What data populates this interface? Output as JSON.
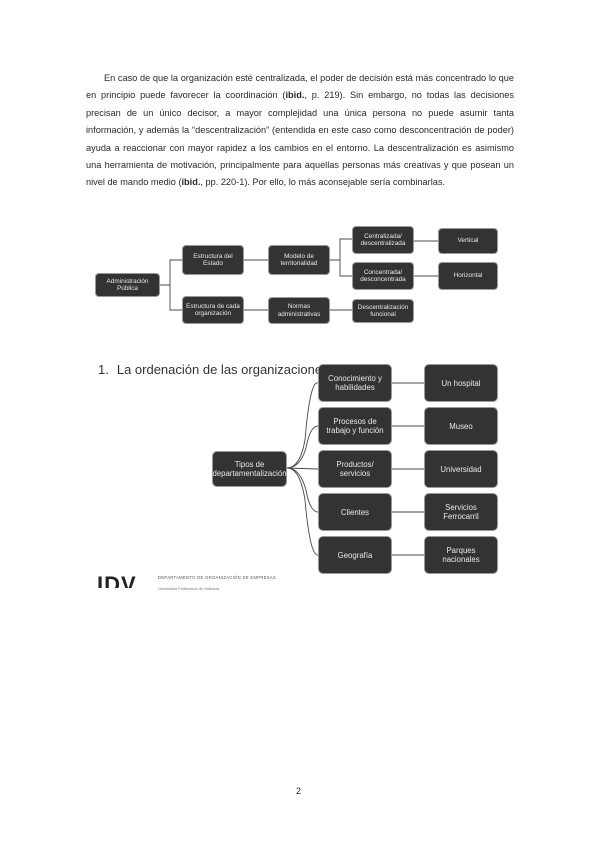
{
  "paragraph": {
    "p1": "En caso de que la organización esté centralizada, el poder de decisión está más concentrado lo que en principio puede favorecer la coordinación (",
    "ibid1": "ibid.",
    "p2": ", p. 219). Sin embargo, no todas las decisiones precisan de un único decisor, a mayor complejidad una única persona no puede asumir tanta información, y además la “descentralización” (entendida en este caso como desconcentración de poder) ayuda a reaccionar con mayor rapidez a los cambios en el entorno. La descentralización es asimismo una herramienta de motivación, principalmente para aquellas personas más creativas y que posean un nivel de mando medio (",
    "ibid2": "ibid.",
    "p3": ", pp. 220-1). Por ello, lo más aconsejable sería combinarlas."
  },
  "diagram1": {
    "root": "Administración Pública",
    "estructura_estado": "Estructura del Estado",
    "estructura_org": "Estructura de cada organización",
    "modelo": "Modelo de territorialidad",
    "normas": "Normas administrativas",
    "centralizada": "Centralizada/ descentralizada",
    "concentrada": "Concentrada/ desconcentrada",
    "descentralizacion": "Descentralización funcional",
    "vertical": "Vertical",
    "horizontal": "Horizontal"
  },
  "diagram2": {
    "heading_num": "1.",
    "heading": "La ordenación de las organizaciones",
    "root": "Tipos de departamentalización",
    "types": [
      "Conocimiento y habilidades",
      "Procesos de trabajo y función",
      "Productos/ servicios",
      "Clientes",
      "Geografía"
    ],
    "examples": [
      "Un hospital",
      "Museo",
      "Universidad",
      "Servicios Ferrocarril",
      "Parques nacionales"
    ]
  },
  "logo": {
    "text": "IDV",
    "sub1": "DEPARTAMENTO DE ORGANIZACIÓN DE EMPRESAS",
    "sub2": "Universitat Politècnica de València"
  },
  "page_number": "2"
}
